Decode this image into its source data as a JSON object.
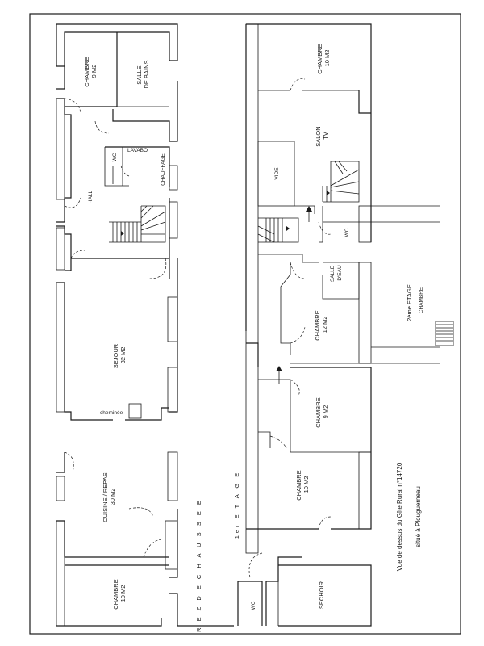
{
  "ground_floor": {
    "section_title": "R E Z   D E   C H A U S S E E",
    "rooms": {
      "chambre_top": [
        "CHAMBRE",
        "9 M2"
      ],
      "salle_de_bains": [
        "SALLE",
        "DE BAINS"
      ],
      "wc": [
        "WC"
      ],
      "lavabo": [
        "LAVABO"
      ],
      "chauffage": [
        "CHAUFFAGE"
      ],
      "hall": [
        "HALL"
      ],
      "sejour": [
        "SEJOUR",
        "32 M2"
      ],
      "cheminee": [
        "cheminée"
      ],
      "cuisine": [
        "CUISINE / REPAS",
        "30 M2"
      ],
      "chambre_bottom": [
        "CHAMBRE",
        "10 M2"
      ]
    }
  },
  "first_floor": {
    "section_title": "1er E T A G E",
    "rooms": {
      "chambre_top": [
        "CHAMBRE",
        "10 M2"
      ],
      "salon_tv": [
        "SALON",
        "TV"
      ],
      "vide": [
        "VIDE"
      ],
      "wc": [
        "WC"
      ],
      "salle_deau": [
        "SALLE",
        "D'EAU"
      ],
      "chambre_mid": [
        "CHAMBRE",
        "12 M2"
      ],
      "chambre_9": [
        "CHAMBRE",
        "9 M2"
      ],
      "chambre_10": [
        "CHAMBRE",
        "10 M2"
      ],
      "wc_bottom": [
        "WC"
      ],
      "sechoir": [
        "SECHOIR"
      ]
    }
  },
  "second_floor": {
    "section_title": "2ème ETAGE",
    "room": "CHAMBRE"
  },
  "caption": {
    "line1": "Vue de dessus du Gîte Rural n°14720",
    "line2": "situé à Plouguerneau"
  }
}
